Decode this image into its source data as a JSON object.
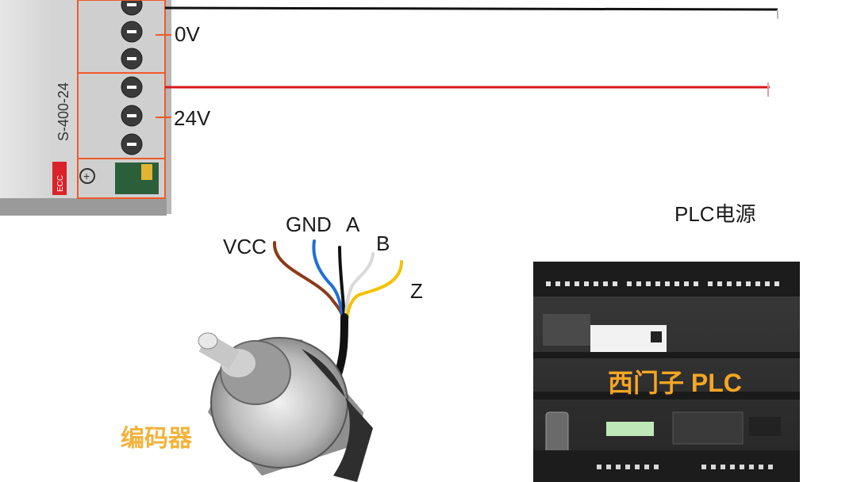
{
  "labels": {
    "v0": "0V",
    "v24": "24V",
    "plc_power": "PLC电源",
    "vcc": "VCC",
    "gnd": "GND",
    "a": "A",
    "b": "B",
    "z": "Z",
    "encoder": "编码器",
    "plc_brand": "西门子  PLC"
  },
  "psu": {
    "model": "S-400-24",
    "maker": "ECC"
  },
  "colors": {
    "wire_0v": "#111111",
    "wire_24v": "#d81818",
    "wire_vcc": "#8b3a1a",
    "wire_gnd": "#1f6fd8",
    "wire_a": "#111111",
    "wire_b": "#d9d9d9",
    "wire_z": "#f2c200",
    "psu_highlight": "#f05a28",
    "plc_body": "#2e2e2e",
    "label_orange": "#f5a623"
  }
}
